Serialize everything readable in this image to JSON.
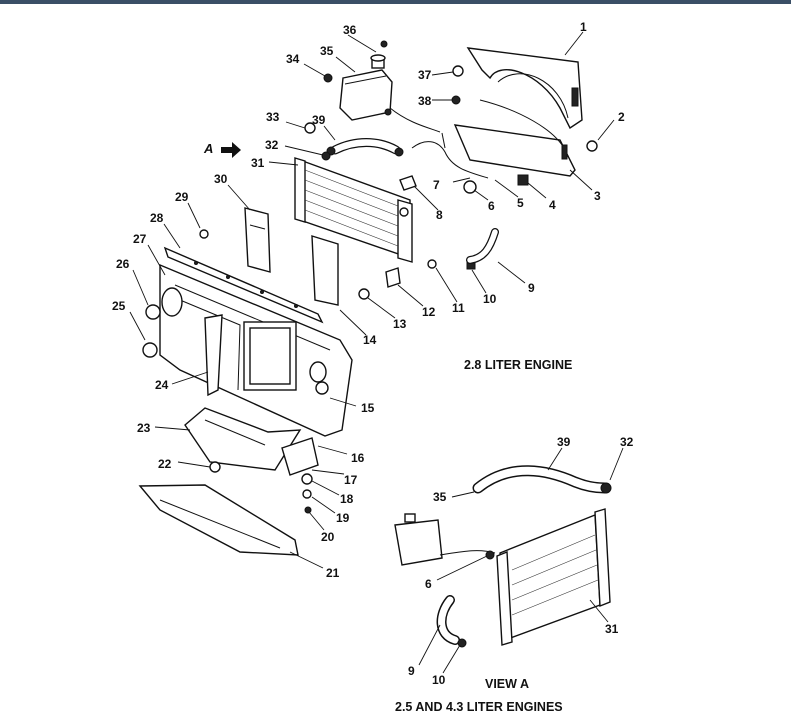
{
  "captions": {
    "engine_28": "2.8 LITER ENGINE",
    "view_a": "VIEW A",
    "engine_25_43": "2.5 AND 4.3 LITER ENGINES",
    "view_arrow_label": "A"
  },
  "callouts_main": [
    "1",
    "2",
    "3",
    "4",
    "5",
    "6",
    "7",
    "8",
    "9",
    "10",
    "11",
    "12",
    "13",
    "14",
    "15",
    "16",
    "17",
    "18",
    "19",
    "20",
    "21",
    "22",
    "23",
    "24",
    "25",
    "26",
    "27",
    "28",
    "29",
    "30",
    "31",
    "32",
    "33",
    "34",
    "35",
    "36",
    "37",
    "38",
    "39"
  ],
  "callouts_view_a": [
    "39",
    "32",
    "35",
    "6",
    "31",
    "9",
    "10"
  ]
}
